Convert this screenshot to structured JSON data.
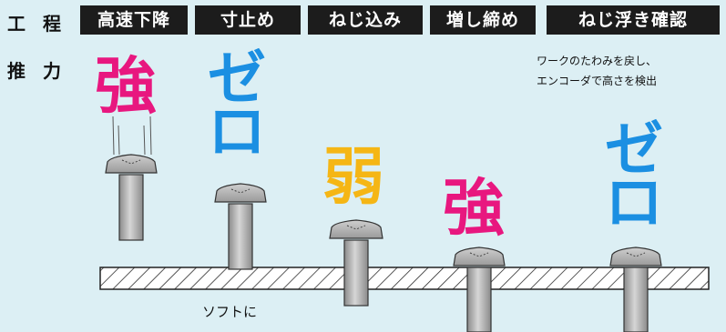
{
  "labels": {
    "process": "工 程",
    "thrust": "推 力"
  },
  "steps": [
    {
      "label": "高速下降"
    },
    {
      "label": "寸止め"
    },
    {
      "label": "ねじ込み"
    },
    {
      "label": "増し締め"
    },
    {
      "label": "ねじ浮き確認"
    }
  ],
  "forces": [
    {
      "text": "強",
      "color": "#e8177f"
    },
    {
      "text": "ゼロ",
      "color": "#1b8fe2"
    },
    {
      "text": "弱",
      "color": "#f5b615"
    },
    {
      "text": "強",
      "color": "#e8177f"
    },
    {
      "text": "ゼロ",
      "color": "#1b8fe2"
    }
  ],
  "note": {
    "line1": "ワークのたわみを戻し、",
    "line2": "エンコーダで高さを検出"
  },
  "caption": "ソフトに"
}
